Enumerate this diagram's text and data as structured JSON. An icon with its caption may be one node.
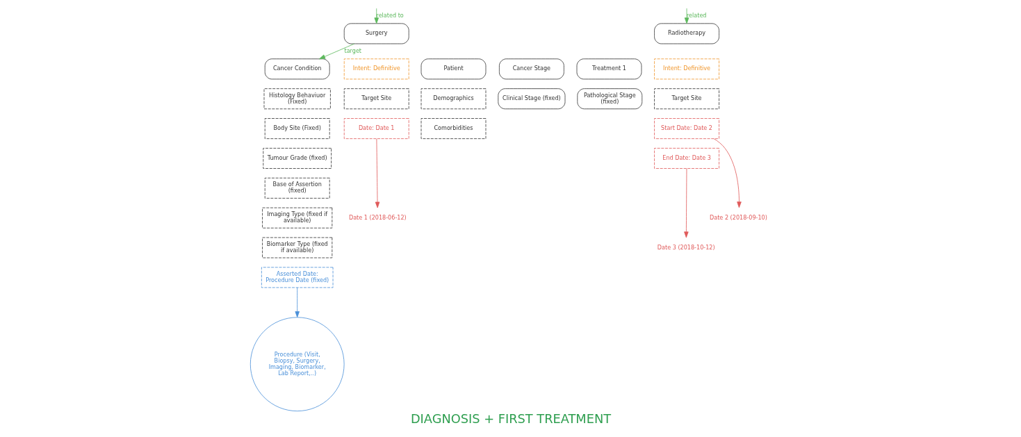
{
  "diagram": {
    "title": "DIAGNOSIS + FIRST TREATMENT",
    "nodes": [
      {
        "text": [
          "Cancer Condition"
        ]
      },
      {
        "text": [
          "Histology Behaviuor (Fixed)"
        ]
      },
      {
        "text": [
          "Body Site (Fixed)"
        ]
      },
      {
        "text": [
          "Tumour Grade (fixed)"
        ]
      },
      {
        "text": [
          "Base of Assertion (fixed)"
        ]
      },
      {
        "text": [
          "Imaging Type (fixed if available)"
        ]
      },
      {
        "text": [
          "Biomarker Type (fixed if available)"
        ]
      },
      {
        "text": [
          "Asserted Date: Procedure Date (fixed)"
        ]
      },
      {
        "text": [
          "Patient"
        ]
      },
      {
        "text": [
          "Demographics"
        ]
      },
      {
        "text": [
          "Comorbidities"
        ]
      },
      {
        "text": [
          "Cancer Stage"
        ]
      },
      {
        "text": [
          "Clinical Stage (fixed)"
        ]
      },
      {
        "text": [
          "Pathological Stage (fixed)"
        ]
      },
      {
        "text": [
          "Treatment 1"
        ]
      },
      {
        "text": [
          "Surgery"
        ]
      },
      {
        "text": [
          "Intent: Definitive"
        ]
      },
      {
        "text": [
          "Target Site"
        ]
      },
      {
        "text": [
          "Date: Date 1"
        ]
      },
      {
        "text": [
          "Radiotherapy"
        ]
      },
      {
        "text": [
          "Intent: Definitive"
        ]
      },
      {
        "text": [
          "Target Site"
        ]
      },
      {
        "text": [
          "Start Date: Date 2"
        ]
      },
      {
        "text": [
          "End Date: Date 3"
        ]
      },
      {
        "text": [
          "Procedure (Visit, Biopsy, Surgery, Imaging, Biomarker, Lab Report,..)"
        ]
      },
      {
        "text": [
          "Date 1 (2018-06-12)"
        ]
      },
      {
        "text": [
          "Date 2 (2018-09-10)"
        ]
      },
      {
        "text": [
          "Date 3 (2018-10-12)"
        ]
      }
    ],
    "edges": [
      {
        "from": 15,
        "to": 0,
        "arrow": "to",
        "label": "target",
        "color": "#5cb85c"
      },
      {
        "from": null,
        "to": 15,
        "arrow": "to",
        "label": "related to",
        "color": "#5cb85c"
      },
      {
        "from": null,
        "to": 19,
        "arrow": "to",
        "label": "related",
        "color": "#5cb85c"
      },
      {
        "from": 7,
        "to": 24,
        "arrow": "to",
        "color": "#4a90d9"
      },
      {
        "from": 18,
        "to": 25,
        "arrow": "to",
        "color": "#e05a5a"
      },
      {
        "from": 22,
        "to": 26,
        "arrow": "to",
        "color": "#e05a5a"
      },
      {
        "from": 23,
        "to": 27,
        "arrow": "to",
        "color": "#e05a5a"
      }
    ]
  }
}
